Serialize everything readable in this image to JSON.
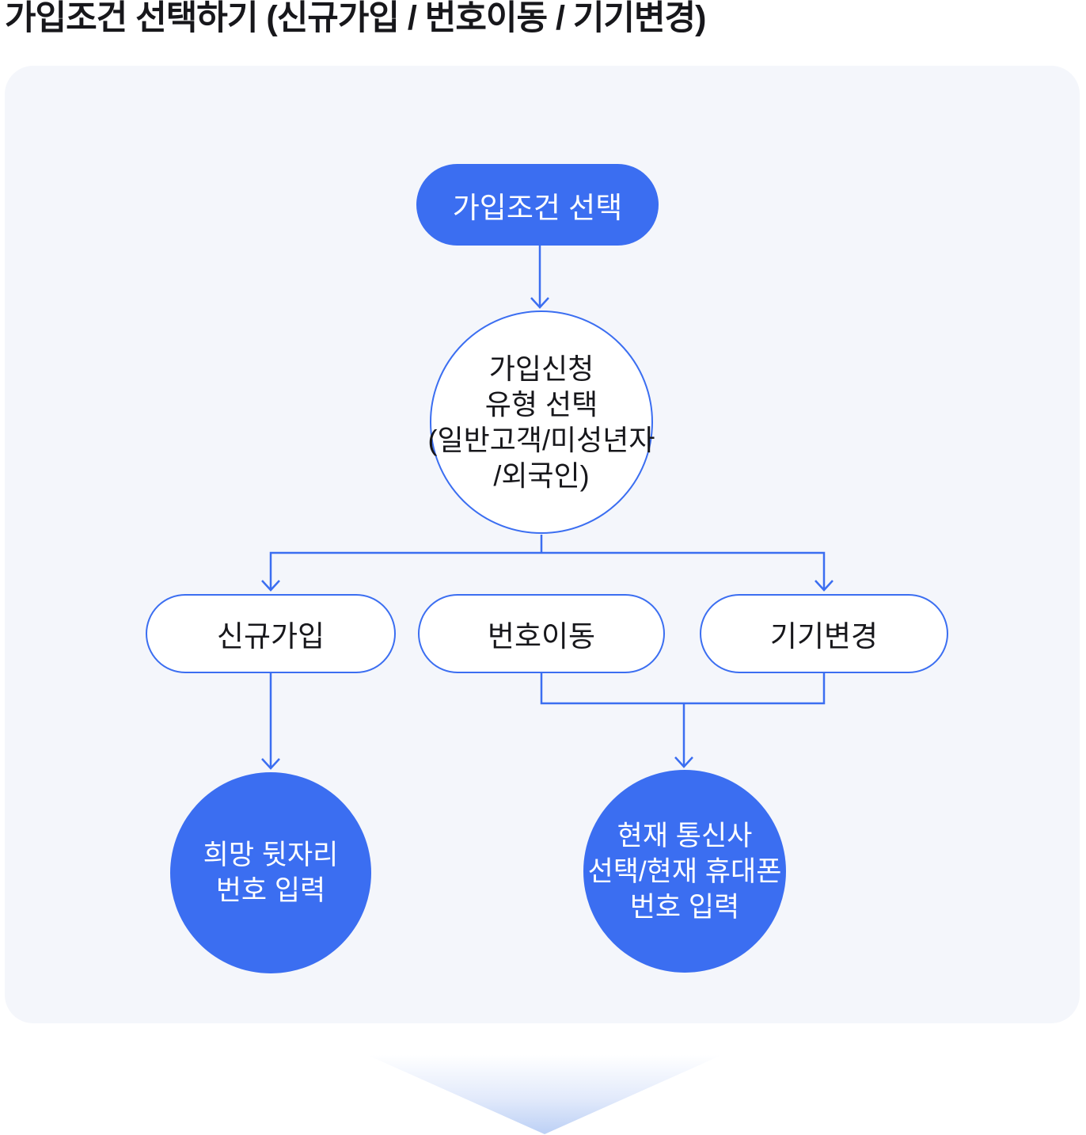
{
  "page": {
    "title": "가입조건 선택하기 (신규가입 / 번호이동 / 기기변경)"
  },
  "colors": {
    "accent": "#3B6EF1",
    "card_bg": "#F4F6FB",
    "text_dark": "#17171B",
    "node_text_on_blue": "#FFFFFF",
    "arrow_grad_end": "#BCD0F5"
  },
  "flow": {
    "start": {
      "label": "가입조건 선택"
    },
    "type_select": {
      "lines": [
        "가입신청",
        "유형 선택",
        "(일반고객/미성년자",
        "/외국인)"
      ]
    },
    "options": [
      {
        "label": "신규가입"
      },
      {
        "label": "번호이동"
      },
      {
        "label": "기기변경"
      }
    ],
    "results": [
      {
        "lines": [
          "희망 뒷자리",
          "번호 입력"
        ]
      },
      {
        "lines": [
          "현재 통신사",
          "선택/현재 휴대폰",
          "번호 입력"
        ]
      }
    ]
  }
}
